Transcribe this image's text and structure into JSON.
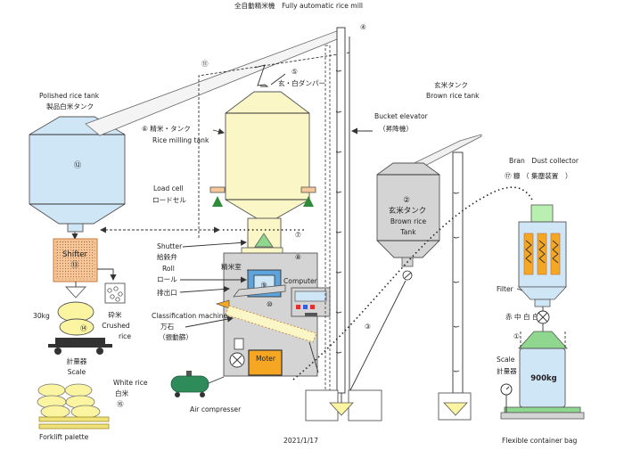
{
  "title": "全自動精米機　Fully automatic rice mill",
  "date": "2021/1/17",
  "colors": {
    "tank_blue": "#cfe6f7",
    "mill_yellow": "#fbf6c6",
    "shifter_orange": "#f6c79a",
    "green": "#8fd68f",
    "white_rice": "#fbf4a0",
    "chamber_blue": "#5ea3dc",
    "motor_orange": "#f5a623",
    "pallet_yellow": "#f0e27a"
  },
  "labels": {
    "polished_tank_en": "Polished rice tank",
    "polished_tank_jp": "製品白米タンク",
    "tank12": "⑫",
    "shifter": "Shifter",
    "n13": "⑬",
    "crushed_jp": "砕米",
    "crushed_en1": "Crushed",
    "crushed_en2": "rice",
    "kg30": "30kg",
    "n14": "⑭",
    "scale_jp": "計量器",
    "scale_en": "Scale",
    "white_rice_en": "White rice",
    "white_rice_jp": "白米",
    "n16": "⑯",
    "forklift": "Forklift palette",
    "n11": "⑪",
    "n4": "④",
    "n5": "⑤",
    "damper": "玄・白ダンパー",
    "rice_mill_jp": "⑥ 精米・タンク",
    "rice_mill_en": "Rice milling tank",
    "load_cell_en": "Load cell",
    "load_cell_jp": "ロードセル",
    "n7": "⑦",
    "shutter_en": "Shutter",
    "shutter_jp": "給穀弁",
    "n8": "⑧",
    "roll_en": "Roll",
    "roll_jp": "ロール",
    "seimaishitsu": "精米室",
    "n9": "⑨",
    "outlet": "排出口",
    "n10": "⑩",
    "computer": "Computer",
    "class_en": "Classification machine",
    "class_jp1": "万石",
    "class_jp2": "（振動篩）",
    "motor": "Moter",
    "air_comp": "Air compresser",
    "bucket_en": "Bucket elevator",
    "bucket_jp": "（昇降機）",
    "brown_jp": "玄米タンク",
    "brown_en": "Brown rice tank",
    "n2_tank": "②",
    "brown_tank_jp": "玄米タンク",
    "brown_tank_en1": "Brown rice",
    "brown_tank_en2": "Tank",
    "n3": "③",
    "bran_dust": "Bran　Dust collector",
    "bran_jp": "⑰ 糠 （ 集塵装置　）",
    "filter": "Filter",
    "aka": "赤 中 白 白",
    "n1": "①",
    "scale2_en": "Scale",
    "scale2_jp": "計量器",
    "kg900": "900kg",
    "flex": "Flexible container bag"
  }
}
